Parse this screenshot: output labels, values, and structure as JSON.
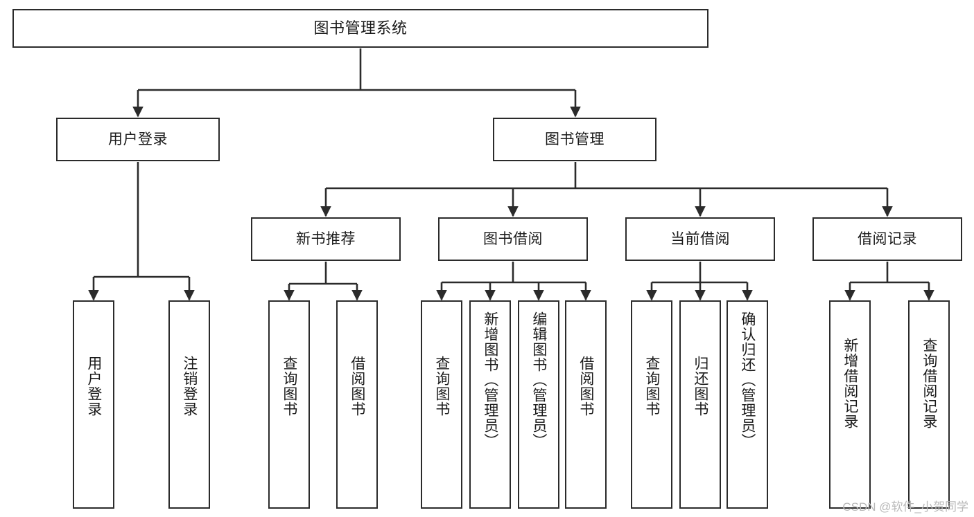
{
  "diagram": {
    "title": "图书管理系统",
    "type": "tree-hierarchy",
    "watermark": "CSDN @软件_小贺同学",
    "colors": {
      "background": "#ffffff",
      "node_fill": "#ffffff",
      "node_border": "#2b2b2b",
      "edge": "#2b2b2b",
      "text": "#1a1a1a",
      "watermark": "#b9b9b9"
    },
    "levels": {
      "root": {
        "label": "图书管理系统"
      },
      "level2": [
        {
          "label": "用户登录"
        },
        {
          "label": "图书管理"
        }
      ],
      "level3": [
        {
          "label": "新书推荐"
        },
        {
          "label": "图书借阅"
        },
        {
          "label": "当前借阅"
        },
        {
          "label": "借阅记录"
        }
      ],
      "leaves": {
        "user_login": [
          {
            "label": "用户登录"
          },
          {
            "label": "注销登录"
          }
        ],
        "new_book": [
          {
            "label": "查询图书"
          },
          {
            "label": "借阅图书"
          }
        ],
        "book_borrow": [
          {
            "label": "查询图书"
          },
          {
            "label": "新增图书（管理员）"
          },
          {
            "label": "编辑图书（管理员）"
          },
          {
            "label": "借阅图书"
          }
        ],
        "current_borrow": [
          {
            "label": "查询图书"
          },
          {
            "label": "归还图书"
          },
          {
            "label": "确认归还（管理员）"
          }
        ],
        "borrow_record": [
          {
            "label": "新增借阅记录"
          },
          {
            "label": "查询借阅记录"
          }
        ]
      }
    }
  }
}
